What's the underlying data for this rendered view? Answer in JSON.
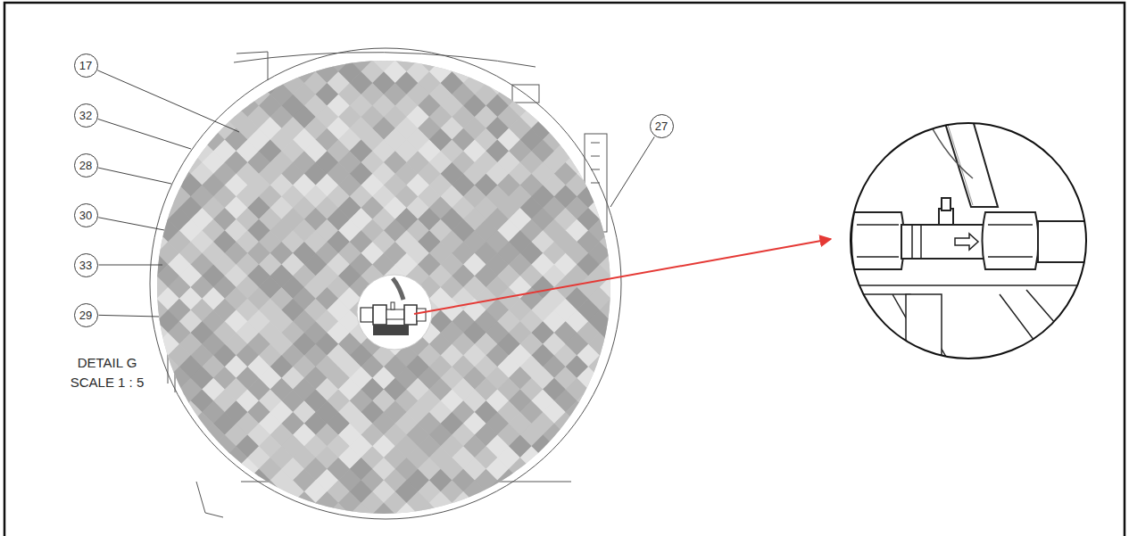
{
  "diagram": {
    "nodes": [
      {
        "text": [
          "17"
        ]
      },
      {
        "text": [
          "32"
        ]
      },
      {
        "text": [
          "28"
        ]
      },
      {
        "text": [
          "30"
        ]
      },
      {
        "text": [
          "33"
        ]
      },
      {
        "text": [
          "29"
        ]
      },
      {
        "text": [
          "27"
        ]
      }
    ],
    "labels": [
      "DETAIL G",
      "SCALE 1 : 5"
    ]
  }
}
